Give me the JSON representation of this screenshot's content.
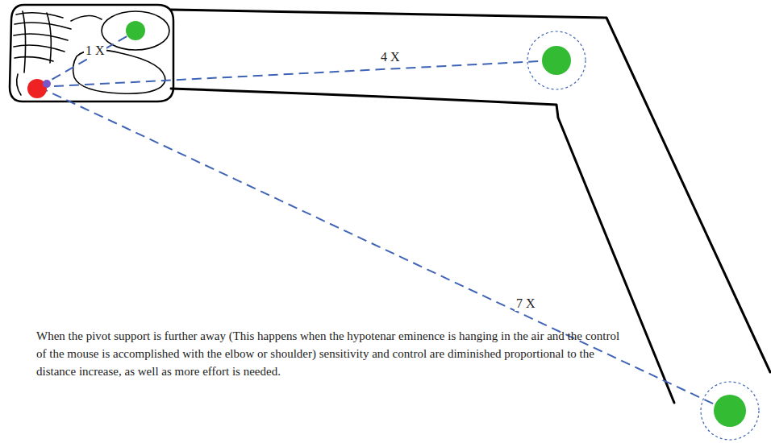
{
  "diagram": {
    "labels": [
      "1 X",
      "4 X",
      "7 X",
      "When the pivot support is further away (This happens when the hypotenar eminence is hanging in the air and the control of the mouse is accomplished with the elbow or shoulder) sensitivity and control are diminished proportional to the distance increase, as well as more effort is needed."
    ]
  }
}
